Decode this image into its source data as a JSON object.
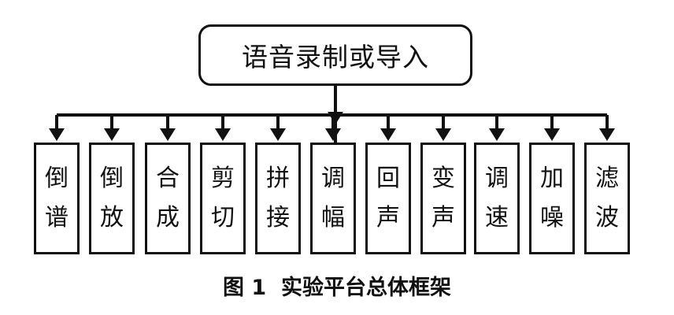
{
  "diagram": {
    "root": {
      "label": "语音录制或导入"
    },
    "leaves": [
      {
        "chars": [
          "倒",
          "谱"
        ]
      },
      {
        "chars": [
          "倒",
          "放"
        ]
      },
      {
        "chars": [
          "合",
          "成"
        ]
      },
      {
        "chars": [
          "剪",
          "切"
        ]
      },
      {
        "chars": [
          "拼",
          "接"
        ]
      },
      {
        "chars": [
          "调",
          "幅"
        ]
      },
      {
        "chars": [
          "回",
          "声"
        ]
      },
      {
        "chars": [
          "变",
          "声"
        ]
      },
      {
        "chars": [
          "调",
          "速"
        ]
      },
      {
        "chars": [
          "加",
          "噪"
        ]
      },
      {
        "chars": [
          "滤",
          "波"
        ]
      }
    ],
    "caption": "图 1  实验平台总体框架"
  }
}
